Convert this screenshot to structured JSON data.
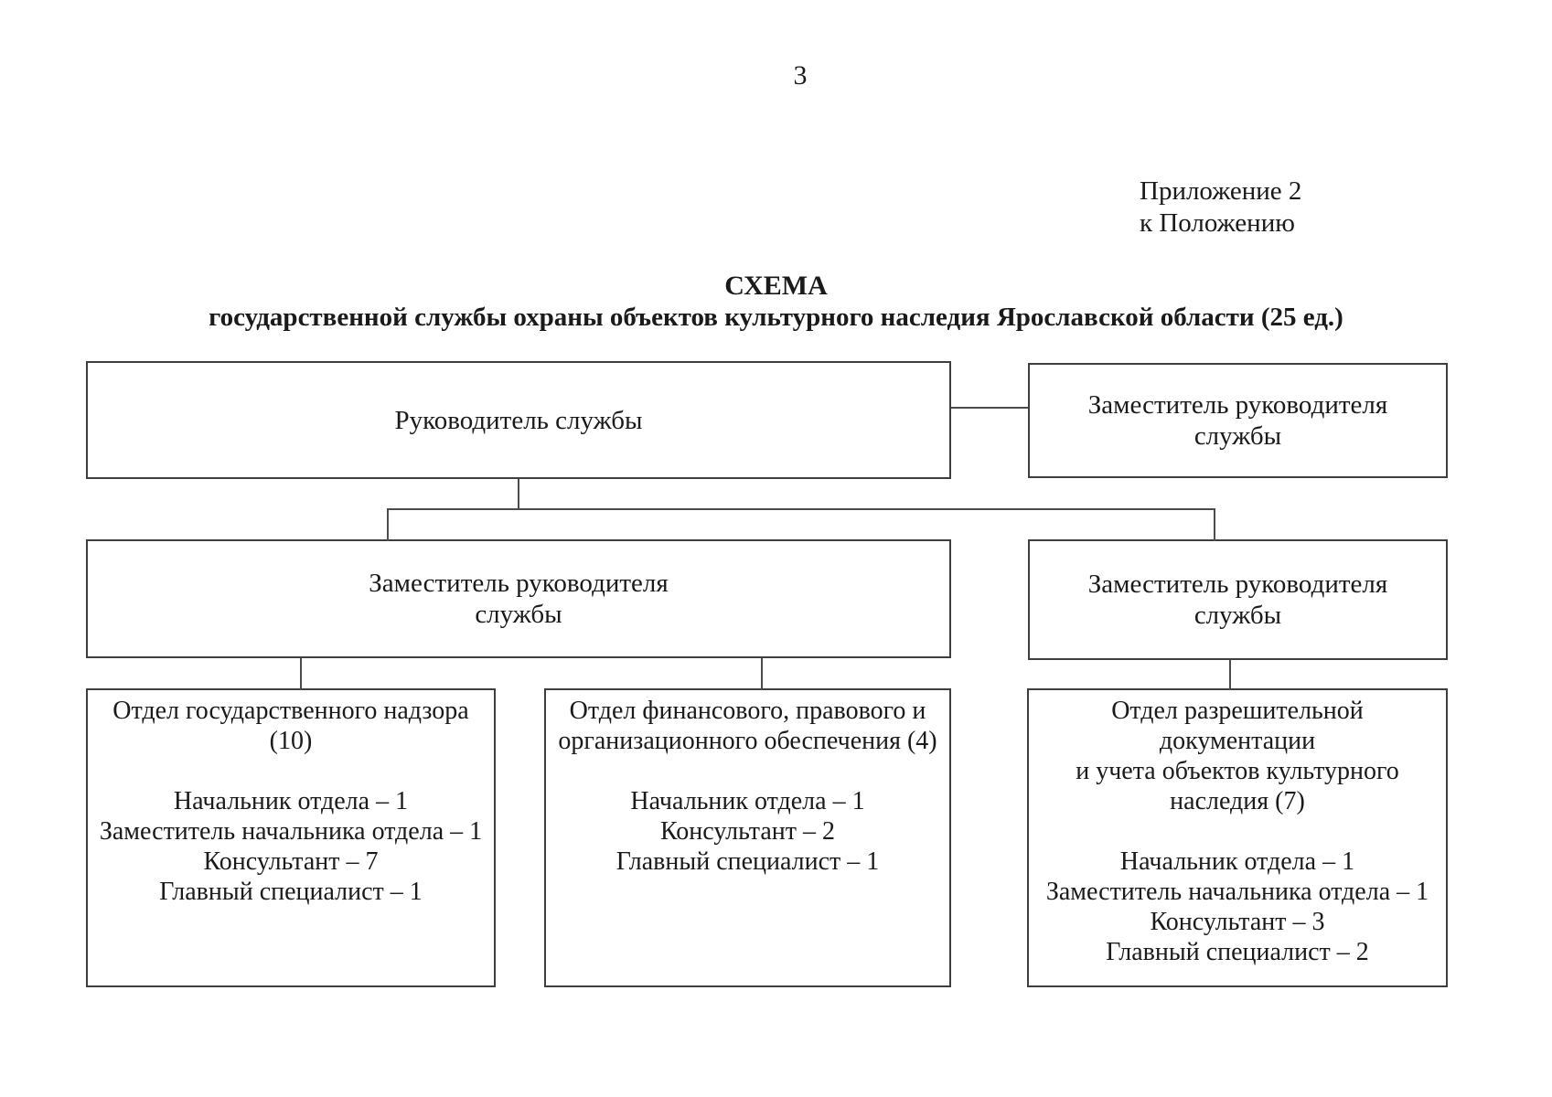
{
  "page": {
    "number": "3"
  },
  "annotation": {
    "line1": "Приложение 2",
    "line2": "к Положению"
  },
  "title": {
    "heading": "СХЕМА",
    "subheading": "государственной службы охраны объектов культурного наследия Ярославской области (25 ед.)"
  },
  "org": {
    "head": {
      "label": "Руководитель службы"
    },
    "deputy_top_right": {
      "line1": "Заместитель руководителя",
      "line2": "службы"
    },
    "deputy_left": {
      "line1": "Заместитель руководителя",
      "line2": "службы"
    },
    "deputy_right": {
      "line1": "Заместитель руководителя",
      "line2": "службы"
    },
    "departments": [
      {
        "title_lines": [
          "Отдел государственного надзора",
          "(10)"
        ],
        "staff": [
          "Начальник отдела – 1",
          "Заместитель начальника отдела – 1",
          "Консультант – 7",
          "Главный специалист – 1"
        ]
      },
      {
        "title_lines": [
          "Отдел финансового, правового и",
          "организационного обеспечения (4)"
        ],
        "staff": [
          "Начальник отдела – 1",
          "Консультант – 2",
          "Главный специалист – 1"
        ]
      },
      {
        "title_lines": [
          "Отдел разрешительной",
          "документации",
          "и учета объектов культурного",
          "наследия (7)"
        ],
        "staff": [
          "Начальник отдела – 1",
          "Заместитель начальника отдела – 1",
          "Консультант – 3",
          "Главный специалист – 2"
        ]
      }
    ]
  },
  "colors": {
    "background": "#ffffff",
    "text": "#1a1a1a",
    "border": "#3e3e3e",
    "connector": "#4c4c4c"
  }
}
